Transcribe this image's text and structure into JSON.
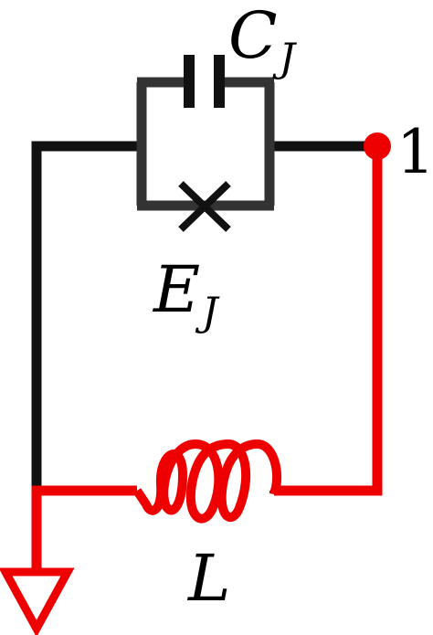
{
  "labels": {
    "capacitance": {
      "main": "C",
      "sub": "J"
    },
    "josephson_energy": {
      "main": "E",
      "sub": "J"
    },
    "inductor": "L",
    "node": "1"
  },
  "colors": {
    "circuit_black": "#222222",
    "node_branch_red": "#ee0000",
    "text": "#000000"
  }
}
